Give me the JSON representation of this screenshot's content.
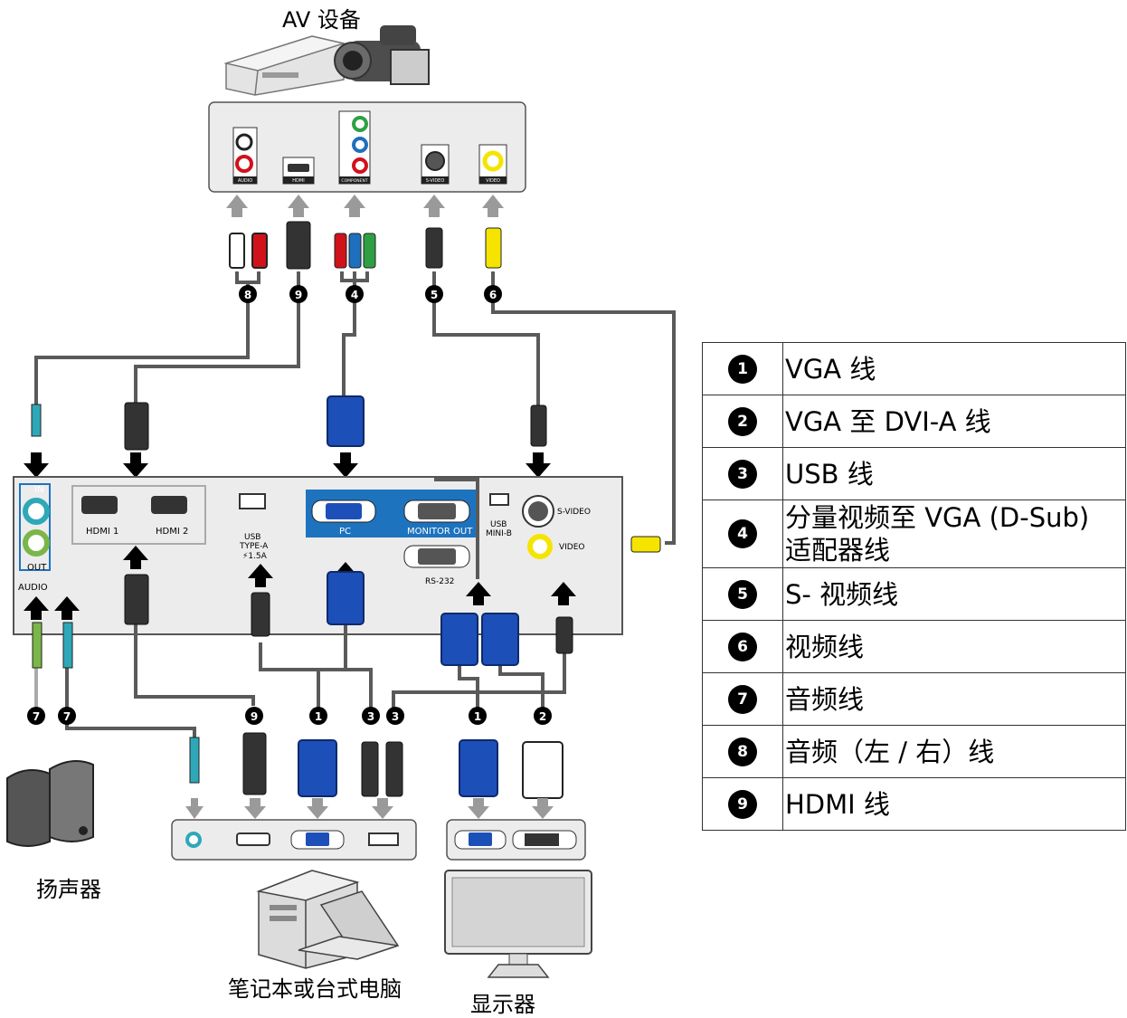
{
  "captions": {
    "av_device": "AV 设备",
    "speakers": "扬声器",
    "computer": "笔记本或台式电脑",
    "monitor": "显示器"
  },
  "av_ports": {
    "audio": "AUDIO",
    "hdmi": "HDMI",
    "component": "COMPONENT",
    "svideo": "S-VIDEO",
    "video": "VIDEO"
  },
  "projector_ports": {
    "audio_in": "IN",
    "audio_out": "OUT",
    "audio": "AUDIO",
    "hdmi1": "HDMI 1",
    "hdmi2": "HDMI 2",
    "usb_type_a": "USB",
    "usb_type_a_sub": "TYPE-A",
    "usb_power": "⚡1.5A",
    "pc": "PC",
    "monitor_out": "MONITOR OUT",
    "rs232": "RS-232",
    "usb_mini_b": "USB",
    "usb_mini_b_sub": "MINI-B",
    "svideo": "S-VIDEO",
    "video": "VIDEO"
  },
  "cable_markers": [
    {
      "n": "8"
    },
    {
      "n": "9"
    },
    {
      "n": "4"
    },
    {
      "n": "5"
    },
    {
      "n": "6"
    },
    {
      "n": "7"
    },
    {
      "n": "7"
    },
    {
      "n": "9"
    },
    {
      "n": "1"
    },
    {
      "n": "3"
    },
    {
      "n": "3"
    },
    {
      "n": "1"
    },
    {
      "n": "2"
    }
  ],
  "legend": [
    {
      "n": "1",
      "text": "VGA 线"
    },
    {
      "n": "2",
      "text": "VGA 至 DVI-A 线"
    },
    {
      "n": "3",
      "text": "USB 线"
    },
    {
      "n": "4",
      "text": "分量视频至 VGA (D-Sub)",
      "text2": "适配器线"
    },
    {
      "n": "5",
      "text": "S- 视频线"
    },
    {
      "n": "6",
      "text": "视频线"
    },
    {
      "n": "7",
      "text": "音频线"
    },
    {
      "n": "8",
      "text": "音频（左 / 右）线"
    },
    {
      "n": "9",
      "text": "HDMI 线"
    }
  ],
  "colors": {
    "panel": "#ececec",
    "panel_border": "#555555",
    "port_blue": "#1e73be",
    "cable": "#5a5a5a",
    "arrow_gray": "#9a9a9a",
    "arrow_black": "#000000",
    "vga_blue": "#1d4fb8",
    "audio_green": "#7ab648",
    "audio_teal": "#2ea8b8",
    "rca_red": "#d0121b",
    "rca_yellow": "#f5e400",
    "rca_green": "#2ea043",
    "rca_blue": "#1f6fbf"
  }
}
